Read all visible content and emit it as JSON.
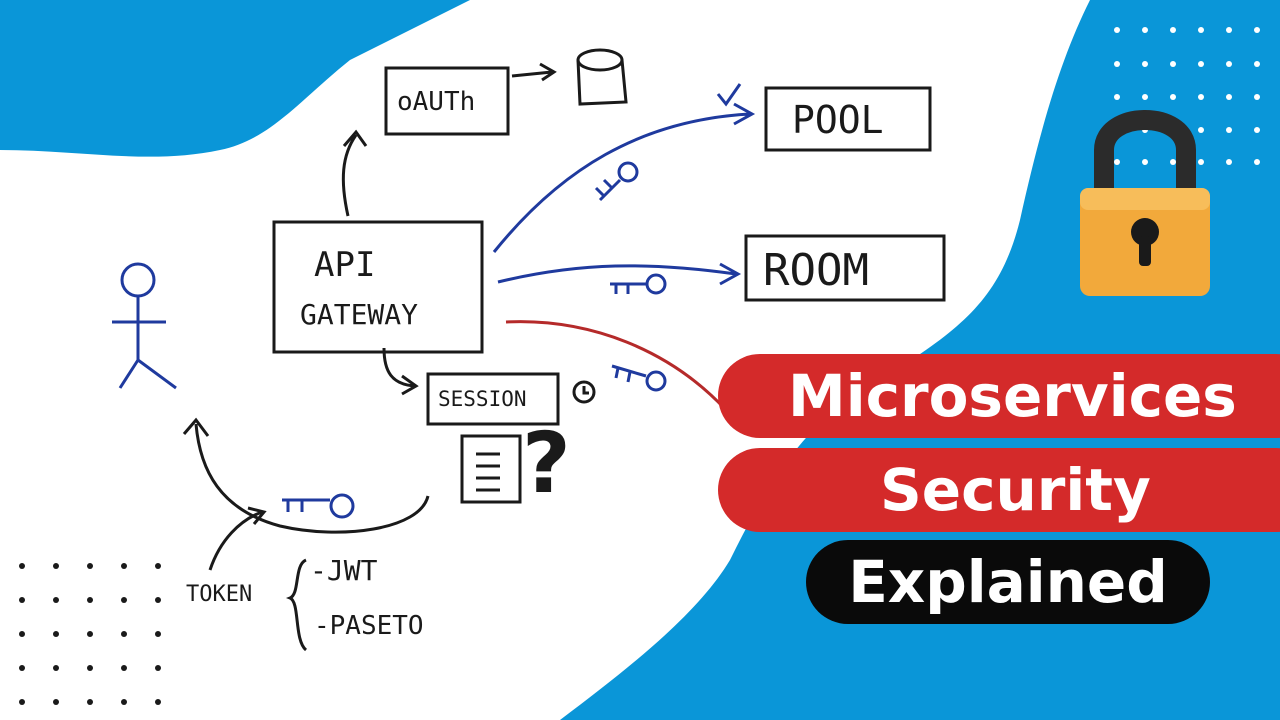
{
  "title": {
    "line1": "Microservices",
    "line2": "Security",
    "line3": "Explained"
  },
  "diagram": {
    "oauth": "oAUTh",
    "pool": "POOL",
    "room": "ROOM",
    "api_line1": "API",
    "api_line2": "GATEWAY",
    "session": "SESSION",
    "token": "TOKEN",
    "jwt": "-JWT",
    "paseto": "-PASETO",
    "question": "?"
  },
  "colors": {
    "blue_background": "#0a96d8",
    "red_banner": "#d42a2a",
    "black_banner": "#0a0a0a",
    "lock_body": "#f2a93b",
    "ink_blue": "#1f3a9e",
    "ink_red": "#b52a2a"
  },
  "icons": [
    "padlock-icon",
    "database-icon",
    "clock-icon",
    "key-icon",
    "document-icon",
    "stick-figure",
    "checkmark-icon"
  ]
}
